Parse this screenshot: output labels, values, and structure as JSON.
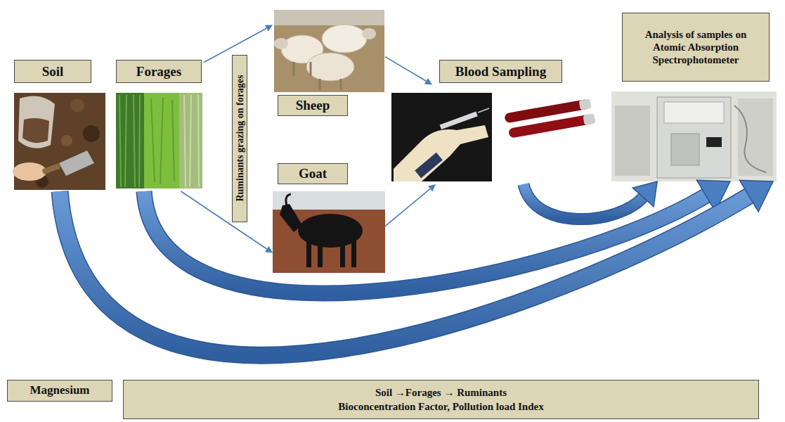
{
  "diagram": {
    "nodes": [
      {
        "text": [
          "Soil"
        ]
      },
      {
        "text": [
          "Forages"
        ]
      },
      {
        "text": [
          "Ruminants grazing on forages"
        ]
      },
      {
        "text": [
          "Sheep"
        ]
      },
      {
        "text": [
          "Goat"
        ]
      },
      {
        "text": [
          "Blood Sampling"
        ]
      },
      {
        "text": [
          "Analysis of samples on Atomic Absorption Spectrophotometer"
        ]
      },
      {
        "text": [
          "Magnesium"
        ]
      },
      {
        "text": [
          "Soil →Forages → Ruminants",
          "Bioconcentration Factor, Pollution load Index"
        ]
      }
    ],
    "edges": [
      {
        "from": 1,
        "to": 3,
        "arrow": "to"
      },
      {
        "from": 1,
        "to": 4,
        "arrow": "to"
      },
      {
        "from": 3,
        "to": 5,
        "arrow": "to"
      },
      {
        "from": 4,
        "to": 5,
        "arrow": "to"
      },
      {
        "from": 5,
        "to": 6,
        "arrow": "to"
      },
      {
        "from": 1,
        "to": 6,
        "arrow": "to"
      },
      {
        "from": 0,
        "to": 6,
        "arrow": "to"
      }
    ]
  }
}
